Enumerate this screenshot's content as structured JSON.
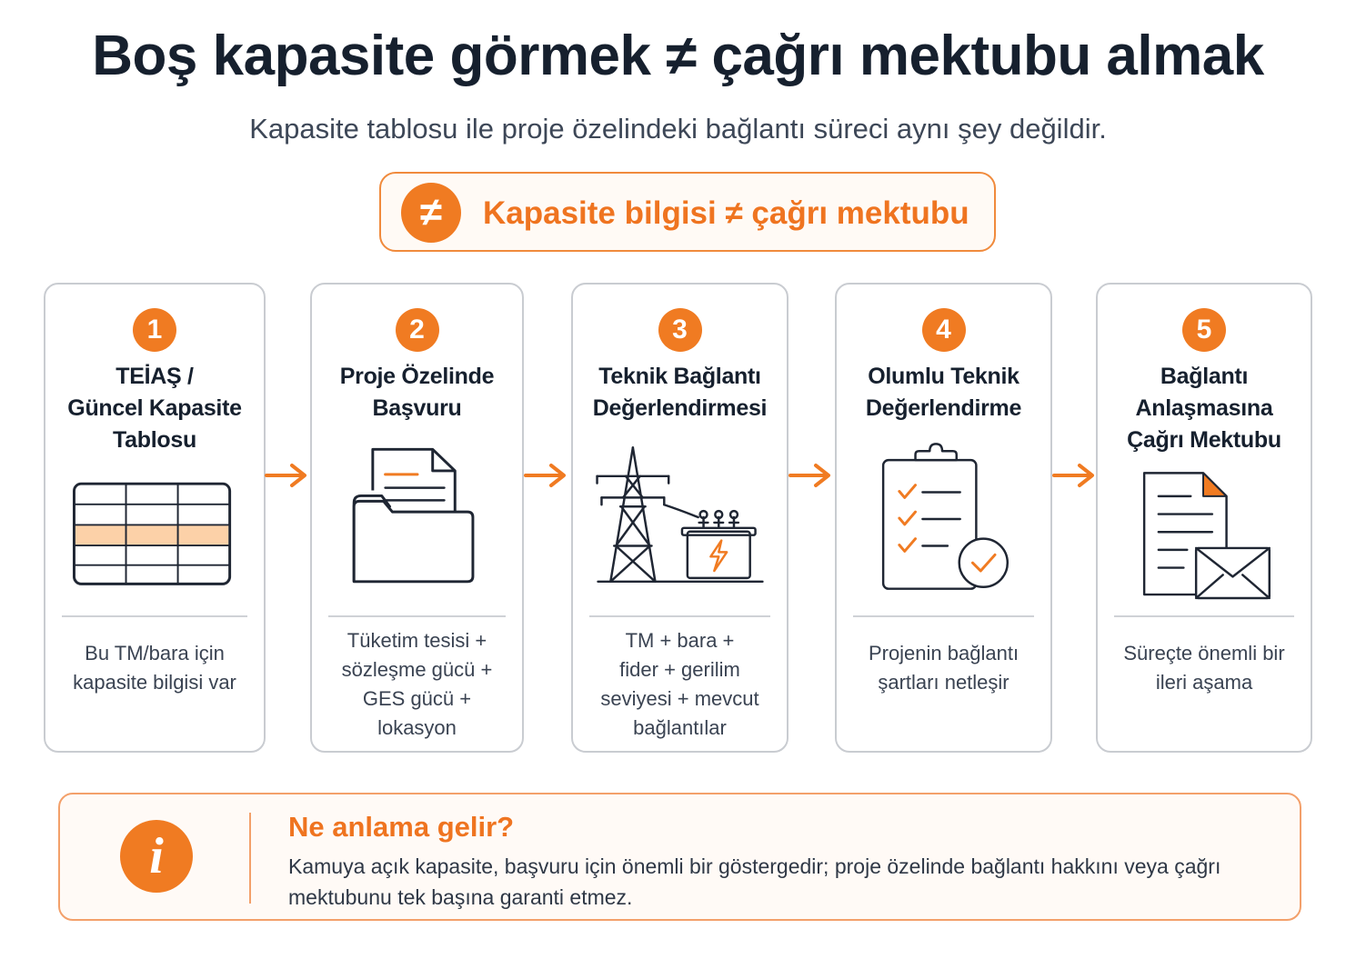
{
  "header": {
    "title": "Boş kapasite görmek ≠ çağrı mektubu almak",
    "subtitle": "Kapasite tablosu ile proje özelindeki bağlantı süreci aynı şey değildir."
  },
  "badge": {
    "symbol": "≠",
    "text": "Kapasite bilgisi ≠ çağrı mektubu"
  },
  "steps": [
    {
      "number": "1",
      "title": [
        "TEİAŞ /",
        "Güncel Kapasite",
        "Tablosu"
      ],
      "icon": "table-icon",
      "description": [
        "Bu TM/bara için",
        "kapasite bilgisi var"
      ]
    },
    {
      "number": "2",
      "title": [
        "Proje Özelinde",
        "Başvuru"
      ],
      "icon": "folder-document-icon",
      "description": [
        "Tüketim tesisi +",
        "sözleşme gücü +",
        "GES gücü +",
        "lokasyon"
      ]
    },
    {
      "number": "3",
      "title": [
        "Teknik Bağlantı",
        "Değerlendirmesi"
      ],
      "icon": "power-tower-transformer-icon",
      "description": [
        "TM + bara +",
        "fider + gerilim",
        "seviyesi + mevcut",
        "bağlantılar"
      ]
    },
    {
      "number": "4",
      "title": [
        "Olumlu Teknik",
        "Değerlendirme"
      ],
      "icon": "clipboard-check-icon",
      "description": [
        "Projenin bağlantı",
        "şartları netleşir"
      ]
    },
    {
      "number": "5",
      "title": [
        "Bağlantı",
        "Anlaşmasına",
        "Çağrı Mektubu"
      ],
      "icon": "document-envelope-icon",
      "description": [
        "Süreçte önemli bir",
        "ileri aşama"
      ]
    }
  ],
  "info": {
    "icon": "i",
    "heading": "Ne anlama gelir?",
    "body": "Kamuya açık kapasite, başvuru için önemli bir göstergedir; proje özelinde bağlantı hakkını veya çağrı mektubunu tek başına garanti etmez."
  },
  "colors": {
    "accent": "#f07b22",
    "dark": "#16202e",
    "border": "#c9ccd1",
    "highlight_row": "#fcd1a8"
  }
}
